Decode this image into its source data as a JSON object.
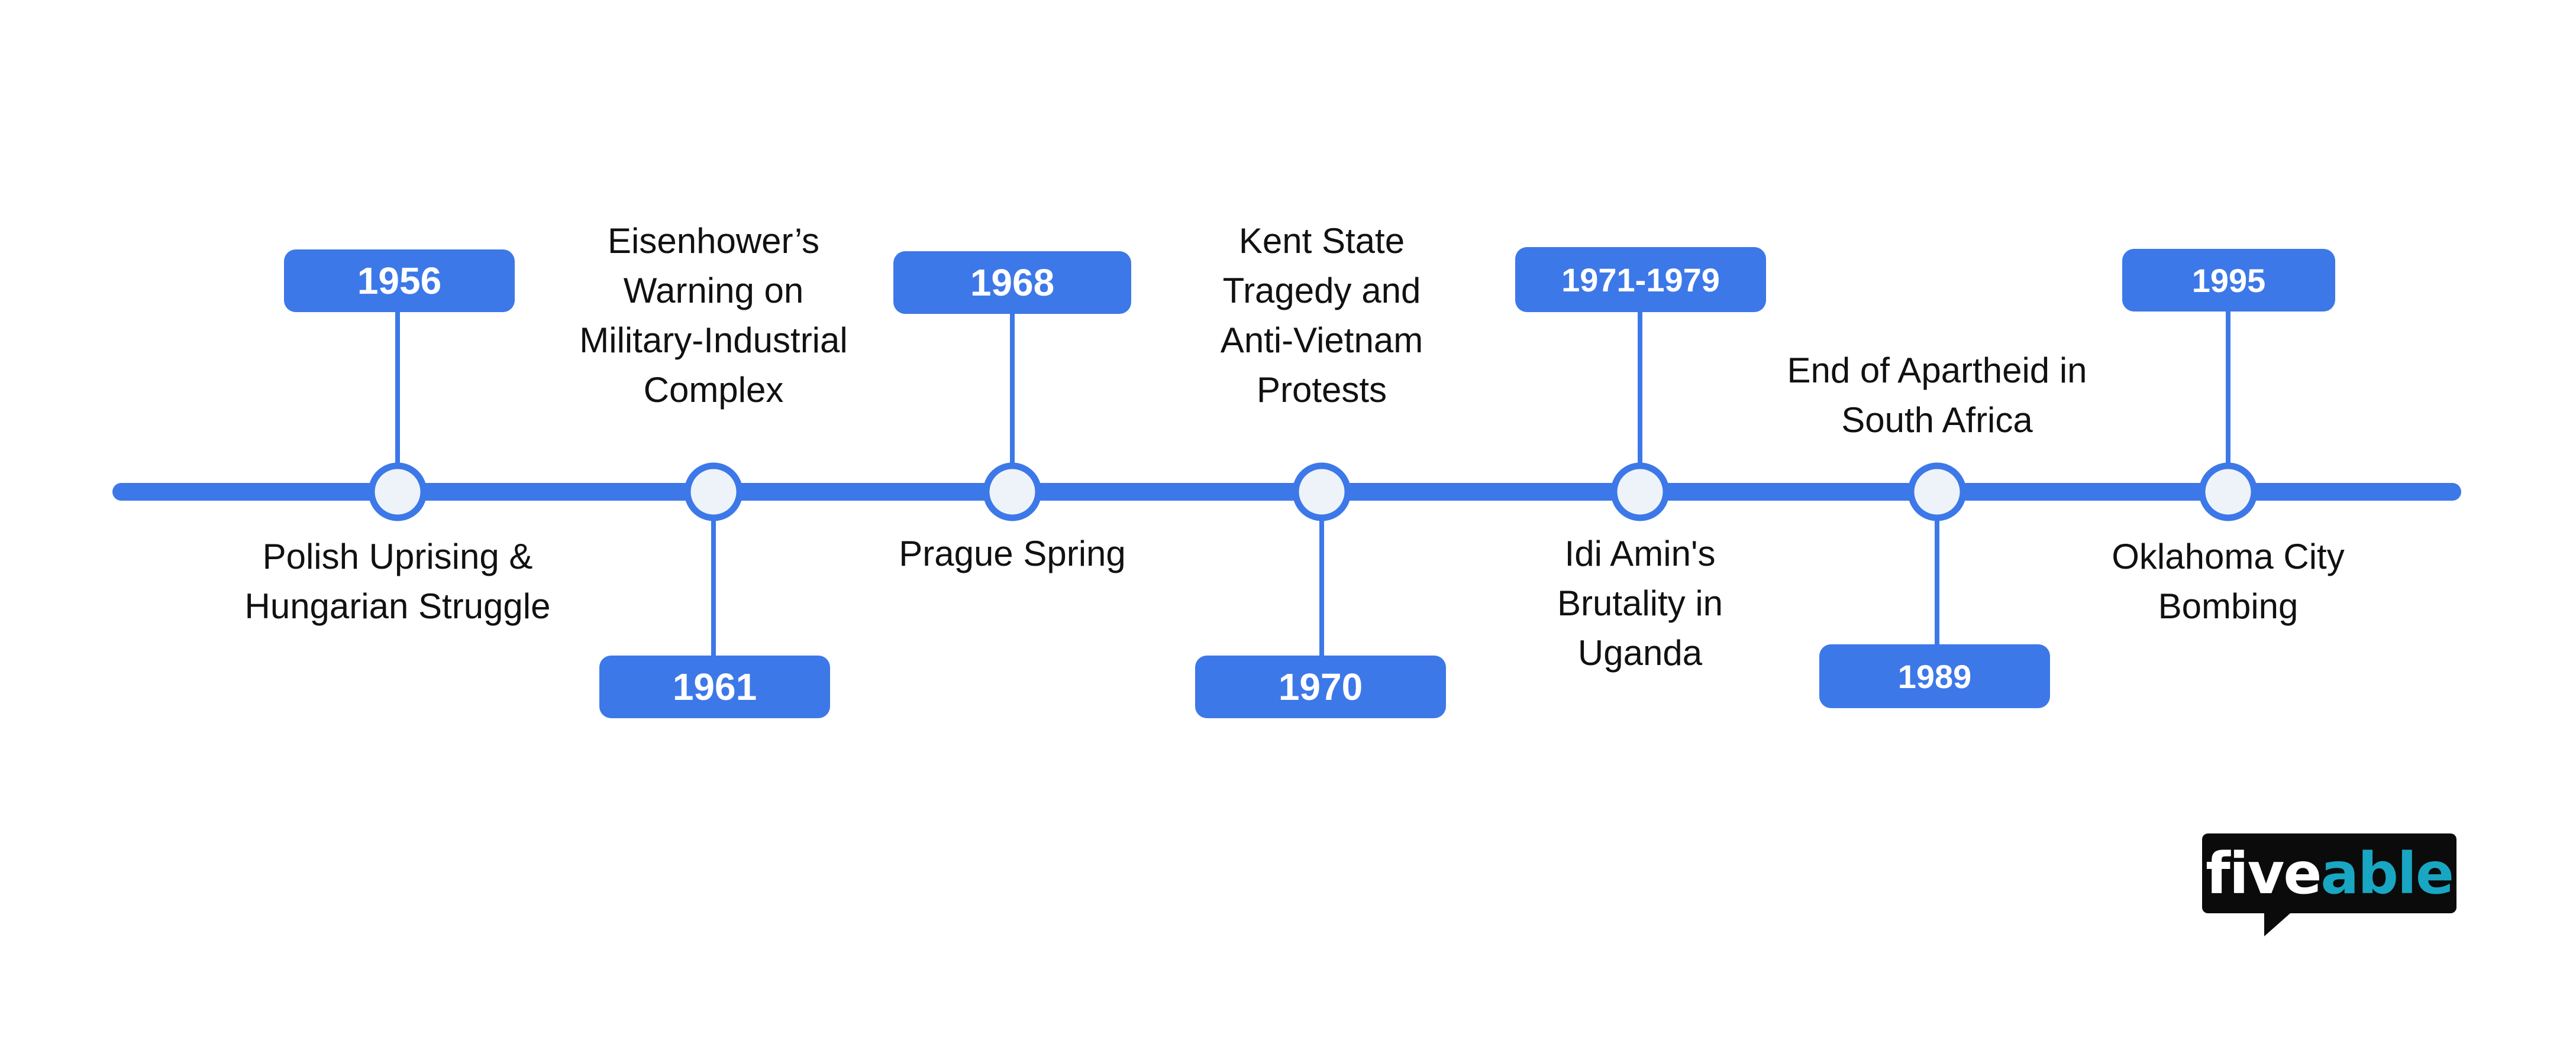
{
  "colors": {
    "accent": "#3D78E8",
    "node_fill": "#EEF3F9",
    "text": "#111111",
    "logo_bg": "#0b0b0b",
    "logo_able": "#19a6c2"
  },
  "timeline": {
    "events": [
      {
        "year": "1956",
        "label": "Polish Uprising &\nHungarian Struggle",
        "year_side": "top"
      },
      {
        "year": "1961",
        "label": "Eisenhower’s\nWarning on\nMilitary-Industrial\nComplex",
        "year_side": "bottom"
      },
      {
        "year": "1968",
        "label": "Prague Spring",
        "year_side": "top"
      },
      {
        "year": "1970",
        "label": "Kent State\nTragedy and\nAnti-Vietnam\nProtests",
        "year_side": "bottom"
      },
      {
        "year": "1971-1979",
        "label": "Idi Amin's\nBrutality in\nUganda",
        "year_side": "top"
      },
      {
        "year": "1989",
        "label": "End of Apartheid in\nSouth Africa",
        "year_side": "bottom"
      },
      {
        "year": "1995",
        "label": "Oklahoma City\nBombing",
        "year_side": "top"
      }
    ]
  },
  "logo": {
    "part1": "five",
    "part2": "able"
  }
}
